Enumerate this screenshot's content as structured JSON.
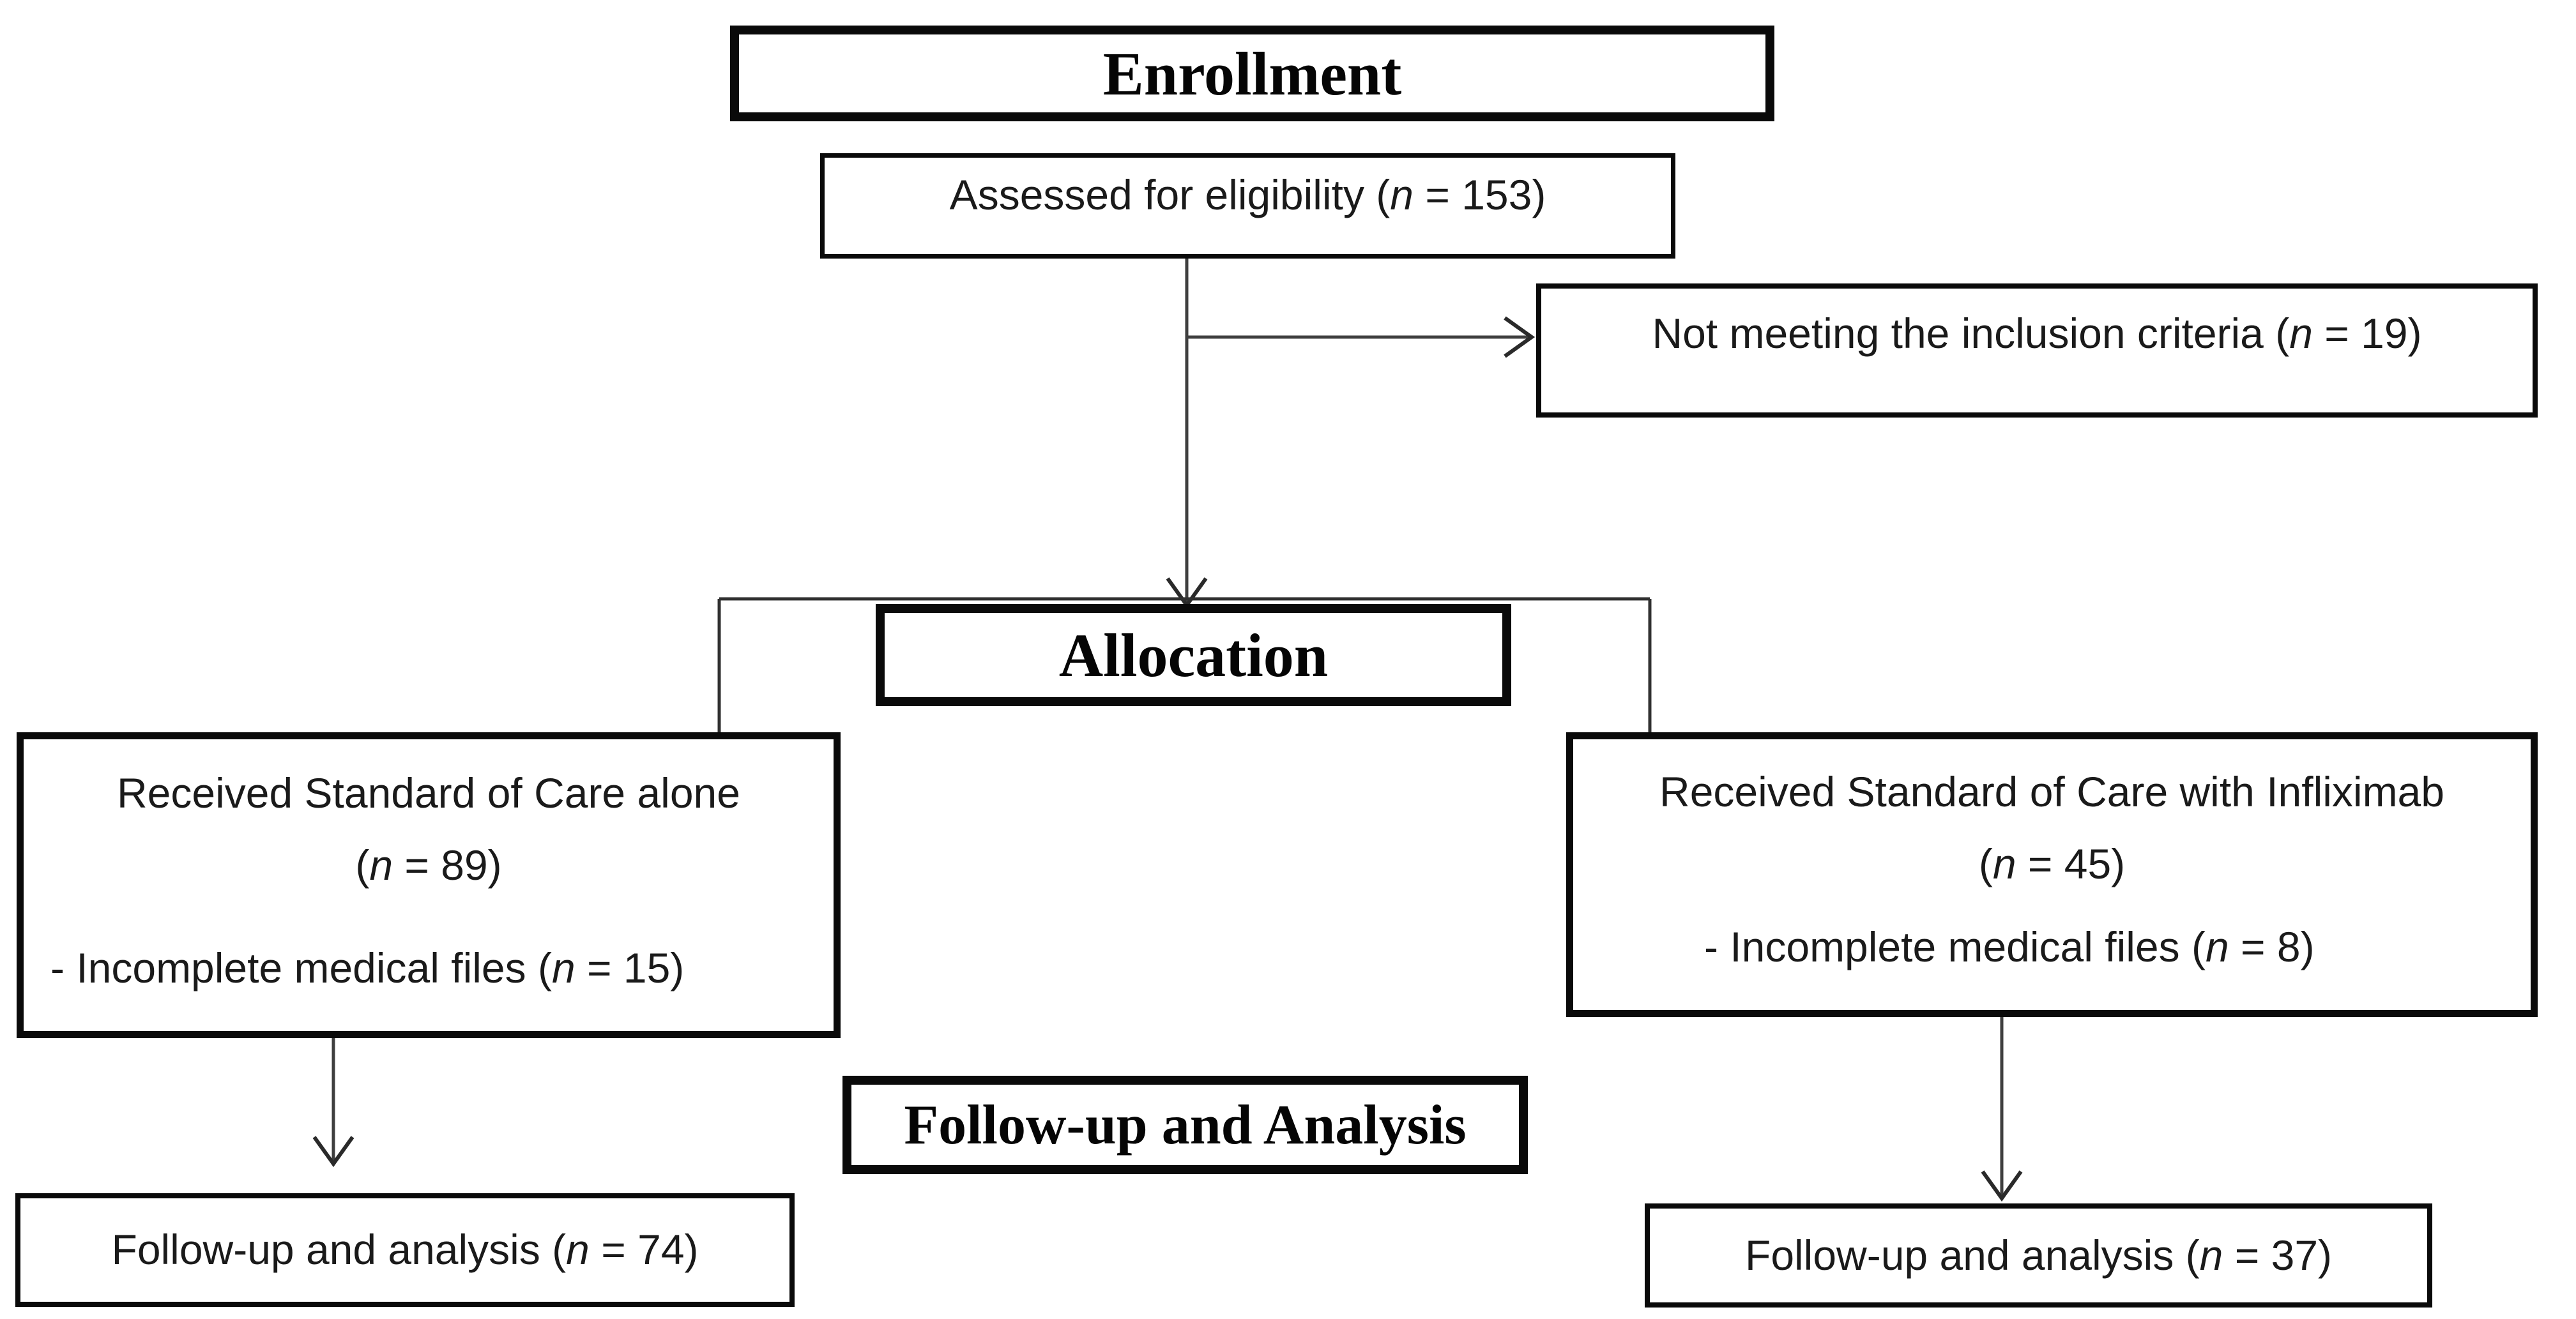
{
  "colors": {
    "background": "#ffffff",
    "box_border": "#0a0a0a",
    "connector_line": "#3f3f3f",
    "arrowhead": "#2a2a2a",
    "text": "#1a1a1a"
  },
  "diagram": {
    "enrollment_header": {
      "label": "Enrollment"
    },
    "assessed": {
      "pre": "Assessed for eligibility (",
      "var": "n",
      "post": " = 153)"
    },
    "not_meeting": {
      "pre": "Not meeting the inclusion criteria (",
      "var": "n",
      "post": " = 19)"
    },
    "allocation_header": {
      "label": "Allocation"
    },
    "soc_alone": {
      "line1": "Received Standard of Care alone",
      "count_pre": "(",
      "count_var": "n",
      "count_post": " = 89)",
      "note_pre": "- Incomplete medical files (",
      "note_var": "n",
      "note_post": " = 15)"
    },
    "soc_infliximab": {
      "line1": "Received Standard of Care with Infliximab",
      "count_pre": "(",
      "count_var": "n",
      "count_post": " = 45)",
      "note_pre": "- Incomplete medical files (",
      "note_var": "n",
      "note_post": " = 8)"
    },
    "followup_header": {
      "label": "Follow-up and Analysis"
    },
    "followup_left": {
      "pre": "Follow-up and analysis (",
      "var": "n",
      "post": " = 74)"
    },
    "followup_right": {
      "pre": "Follow-up and analysis (",
      "var": "n",
      "post": " = 37)"
    }
  }
}
